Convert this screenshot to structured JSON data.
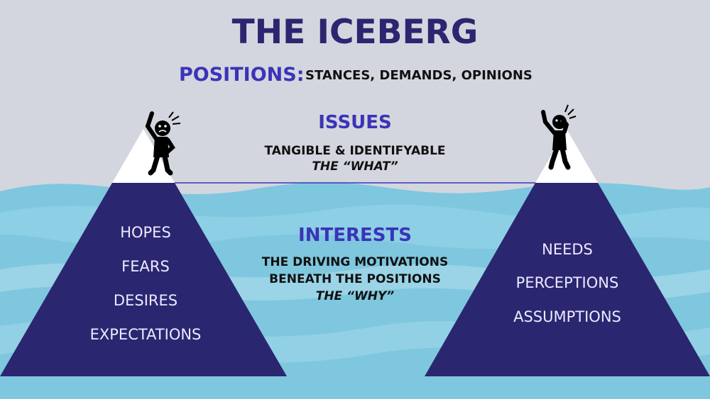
{
  "title": "THE ICEBERG",
  "positions": {
    "label": "POSITIONS:",
    "description": "STANCES, DEMANDS, OPINIONS"
  },
  "issues": {
    "heading": "ISSUES",
    "line1": "TANGIBLE & IDENTIFYABLE",
    "line2": "THE “WHAT”"
  },
  "interests": {
    "heading": "INTERESTS",
    "line1": "THE DRIVING MOTIVATIONS",
    "line2": "BENEATH THE POSITIONS",
    "line3": "THE “WHY”"
  },
  "left_iceberg": {
    "items": [
      "HOPES",
      "FEARS",
      "DESIRES",
      "EXPECTATIONS"
    ]
  },
  "right_iceberg": {
    "items": [
      "NEEDS",
      "PERCEPTIONS",
      "ASSUMPTIONS"
    ]
  },
  "colors": {
    "sky": "#d3d6de",
    "water": "#7ec7df",
    "iceberg": "#2b2670",
    "ice_tip": "#ffffff",
    "accent": "#3b33b8"
  }
}
